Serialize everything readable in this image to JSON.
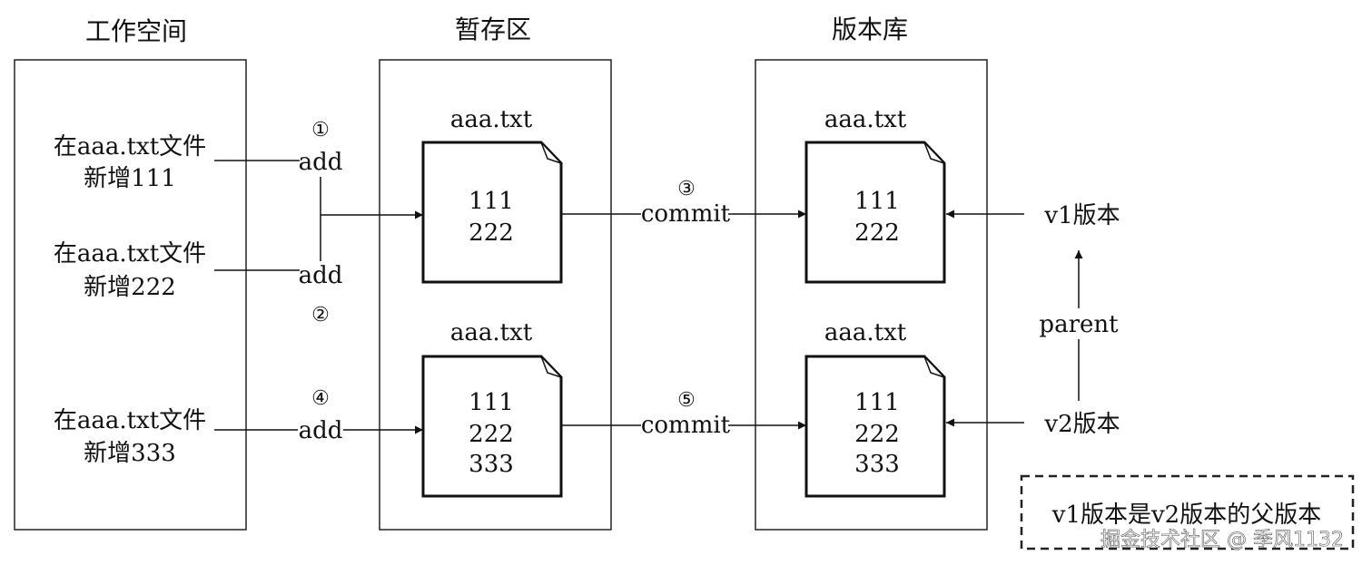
{
  "columns": {
    "workspace": "工作空间",
    "staging": "暂存区",
    "repo": "版本库"
  },
  "workspace": {
    "step1": {
      "line1": "在aaa.txt文件",
      "line2": "新增111"
    },
    "step2": {
      "line1": "在aaa.txt文件",
      "line2": "新增222"
    },
    "step3": {
      "line1": "在aaa.txt文件",
      "line2": "新增333"
    }
  },
  "actions": {
    "m1": "①",
    "add1": "add",
    "add2": "add",
    "m2": "②",
    "m4": "④",
    "add4": "add",
    "m3": "③",
    "commit1": "commit",
    "m5": "⑤",
    "commit2": "commit"
  },
  "staging": {
    "file_top": {
      "name": "aaa.txt",
      "lines": [
        "111",
        "222"
      ]
    },
    "file_bottom": {
      "name": "aaa.txt",
      "lines": [
        "111",
        "222",
        "333"
      ]
    }
  },
  "repo": {
    "file_top": {
      "name": "aaa.txt",
      "lines": [
        "111",
        "222"
      ]
    },
    "file_bottom": {
      "name": "aaa.txt",
      "lines": [
        "111",
        "222",
        "333"
      ]
    }
  },
  "versions": {
    "v1": "v1版本",
    "v2": "v2版本",
    "parent": "parent",
    "note": "v1版本是v2版本的父版本"
  },
  "watermark": "掘金技术社区 @ 季风1132"
}
